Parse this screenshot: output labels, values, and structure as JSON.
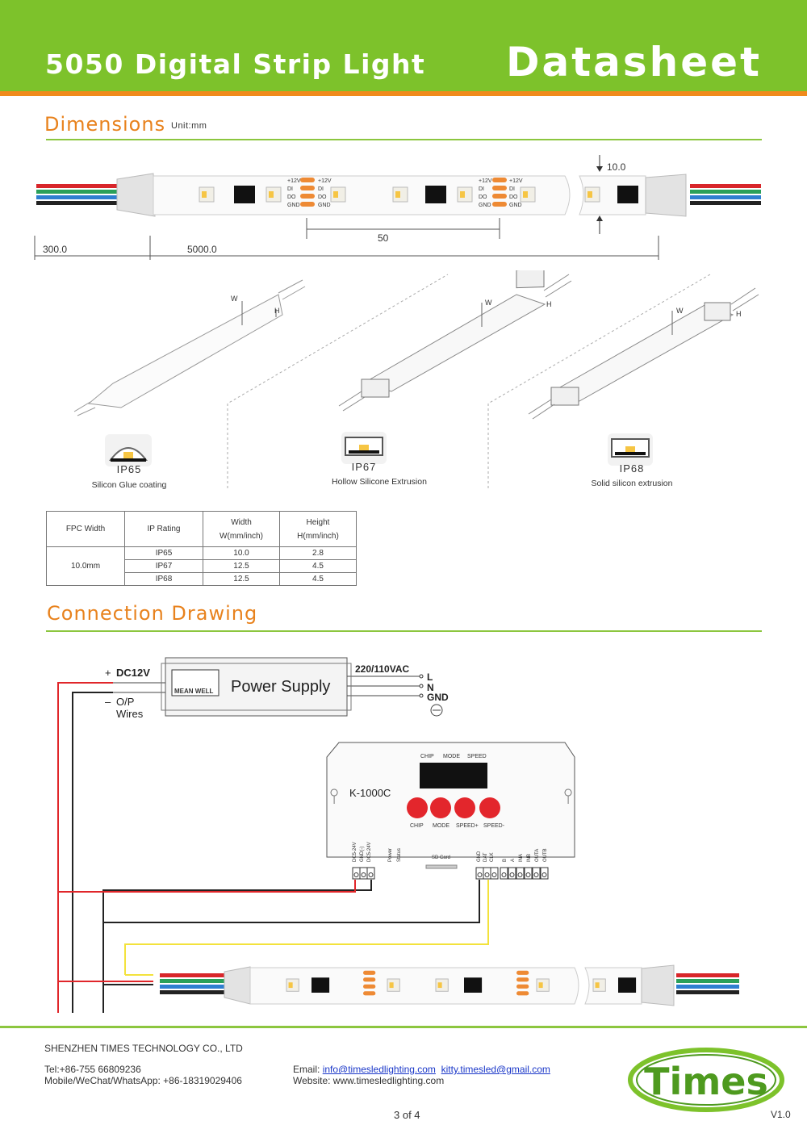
{
  "header": {
    "title": "5050 Digital Strip Light",
    "right": "Datasheet"
  },
  "dimensions": {
    "heading": "Dimensions",
    "unit": "Unit:mm",
    "labels": {
      "d300": "300.0",
      "d5000": "5000.0",
      "d50": "50",
      "d10": "10.0"
    },
    "pad_labels": [
      "+12V",
      "DI",
      "DO",
      "GND"
    ]
  },
  "ip_types": [
    {
      "rating": "IP65",
      "desc": "Silicon Glue coating"
    },
    {
      "rating": "IP67",
      "desc": "Hollow Silicone Extrusion"
    },
    {
      "rating": "IP68",
      "desc": "Solid silicon extrusion"
    }
  ],
  "diagram_dims": {
    "w": "W",
    "h": "H"
  },
  "spec_table": {
    "headers": {
      "fpc": "FPC Width",
      "ip": "IP Rating",
      "width1": "Width",
      "width2": "W(mm/inch)",
      "height1": "Height",
      "height2": "H(mm/inch)"
    },
    "fpc_value": "10.0mm",
    "rows": [
      {
        "ip": "IP65",
        "width": "10.0",
        "height": "2.8"
      },
      {
        "ip": "IP67",
        "width": "12.5",
        "height": "4.5"
      },
      {
        "ip": "IP68",
        "width": "12.5",
        "height": "4.5"
      }
    ]
  },
  "connection": {
    "heading": "Connection Drawing",
    "psu": {
      "label": "Power Supply",
      "brand": "MEAN WELL",
      "dc": "DC12V",
      "plus": "+",
      "minus": "–",
      "op": "O/P",
      "wires": "Wires",
      "ac": "220/110VAC",
      "l": "L",
      "n": "N",
      "gnd": "GND"
    },
    "controller": {
      "model": "K-1000C",
      "top_labels": [
        "CHIP",
        "MODE",
        "SPEED"
      ],
      "btn_labels": [
        "CHIP",
        "MODE",
        "SPEED+",
        "SPEED-"
      ],
      "left_terms": [
        "DC5-24V",
        "GND(-)",
        "DC5-24V"
      ],
      "status": [
        "Power",
        "Status"
      ],
      "sd": "SD Card",
      "right_terms": [
        "GND",
        "DAT",
        "CLK",
        "B",
        "A",
        "INA",
        "INB",
        "OUTA",
        "OUTB"
      ]
    }
  },
  "footer": {
    "company": "SHENZHEN TIMES TECHNOLOGY CO., LTD",
    "tel": "Tel:+86-755 66809236",
    "mobile": "Mobile/WeChat/WhatsApp: +86-18319029406",
    "email_label": "Email:",
    "email1": "info@timesledlighting.com",
    "email2": "kitty.timesled@gmail.com",
    "website": "Website: www.timesledlighting.com",
    "page": "3 of 4",
    "version": "V1.0",
    "logo_text": "Times"
  },
  "colors": {
    "green": "#7dc22b",
    "orange": "#f08a1c",
    "red_wire": "#e0262a",
    "yellow_wire": "#f3e23c"
  }
}
